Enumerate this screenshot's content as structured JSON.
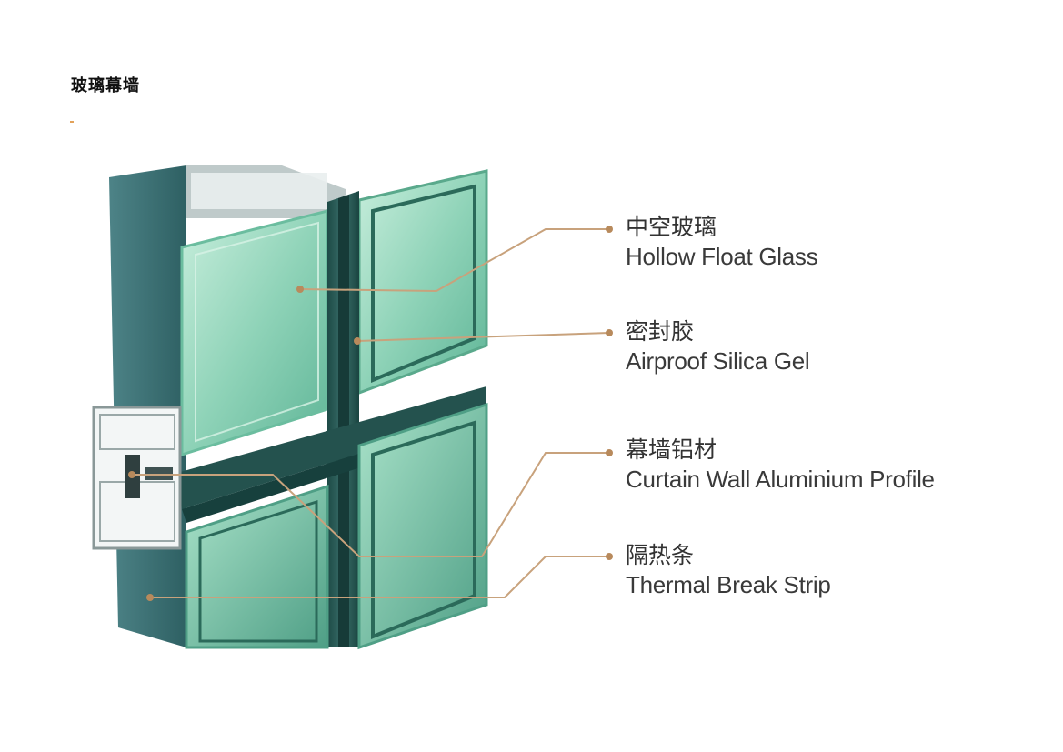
{
  "document": {
    "title": "玻璃幕墙"
  },
  "diagram": {
    "colors": {
      "leader_line": "#c8a27c",
      "leader_dot": "#b88a5c",
      "mullion": "#2c5b57",
      "mullion_dark": "#17403d",
      "glass": "#8fd3b8",
      "glass_light": "#b9e7d2",
      "back_wall": "#3f7478",
      "profile": "#e8ecec"
    },
    "labels": [
      {
        "id": "hollow-float-glass",
        "cn": "中空玻璃",
        "en": "Hollow Float Glass"
      },
      {
        "id": "airproof-silica-gel",
        "cn": "密封胶",
        "en": "Airproof Silica Gel"
      },
      {
        "id": "curtain-wall-profile",
        "cn": "幕墙铝材",
        "en": "Curtain Wall Aluminium Profile"
      },
      {
        "id": "thermal-break-strip",
        "cn": "隔热条",
        "en": "Thermal Break Strip"
      }
    ]
  }
}
